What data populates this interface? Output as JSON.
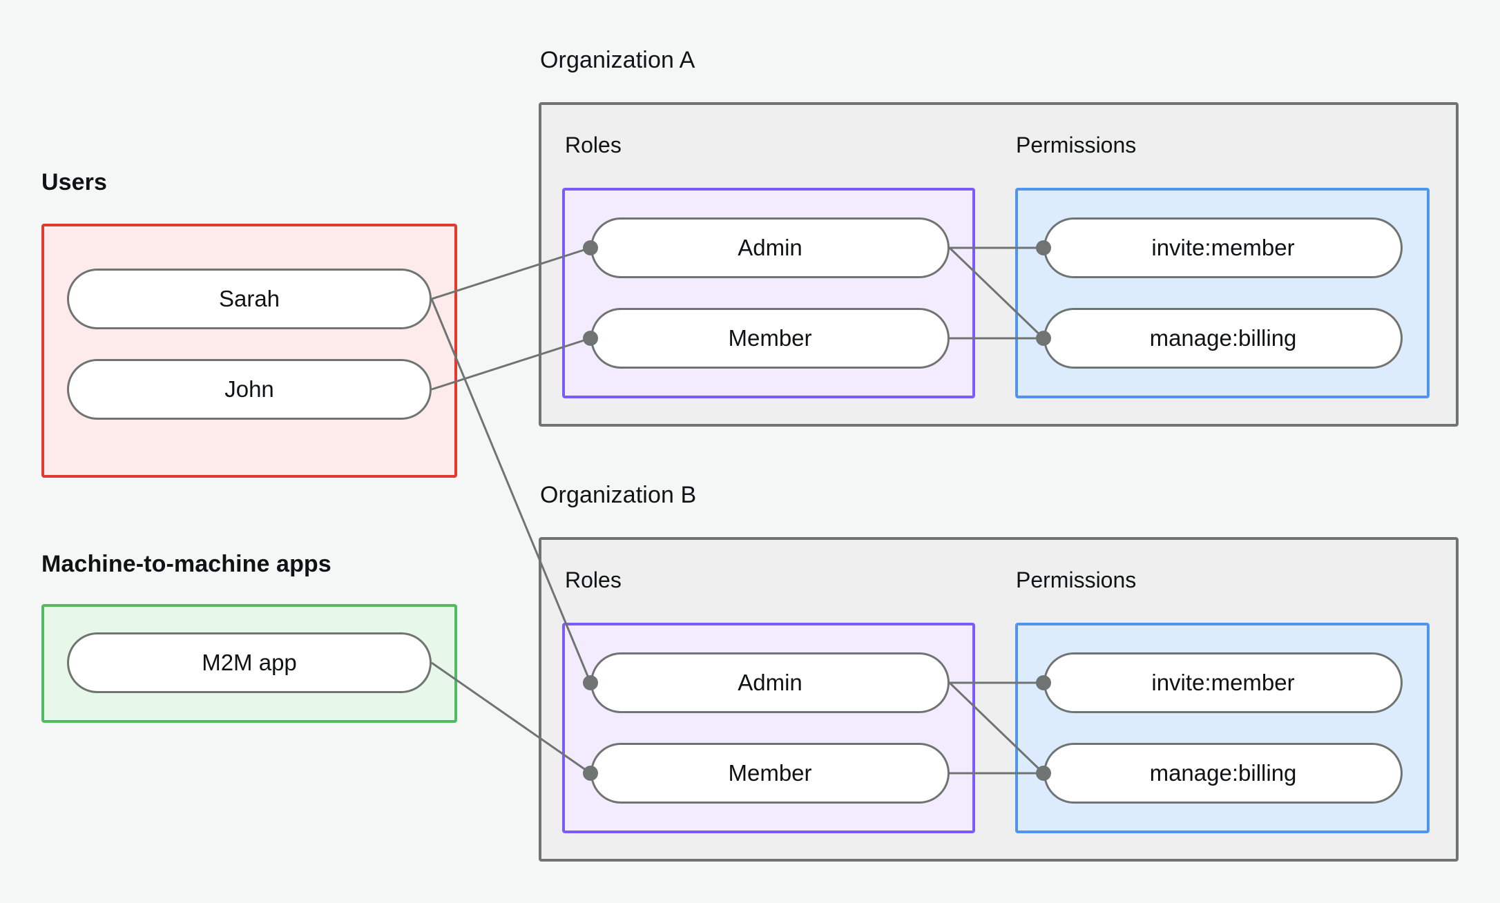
{
  "diagram": {
    "title_users": "Users",
    "title_m2m": "Machine-to-machine apps",
    "org_a_label": "Organization A",
    "org_b_label": "Organization B",
    "roles_label": "Roles",
    "permissions_label": "Permissions",
    "users": [
      {
        "name": "Sarah"
      },
      {
        "name": "John"
      }
    ],
    "m2m_apps": [
      {
        "name": "M2M app"
      }
    ],
    "org_a": {
      "name": "Organization A",
      "roles": [
        {
          "name": "Admin"
        },
        {
          "name": "Member"
        }
      ],
      "permissions": [
        {
          "name": "invite:member"
        },
        {
          "name": "manage:billing"
        }
      ]
    },
    "org_b": {
      "name": "Organization B",
      "roles": [
        {
          "name": "Admin"
        },
        {
          "name": "Member"
        }
      ],
      "permissions": [
        {
          "name": "invite:member"
        },
        {
          "name": "manage:billing"
        }
      ]
    },
    "connections": [
      {
        "from": "Sarah",
        "to": "Organization A / Admin"
      },
      {
        "from": "John",
        "to": "Organization A / Member"
      },
      {
        "from": "Sarah",
        "to": "Organization B / Admin"
      },
      {
        "from": "M2M app",
        "to": "Organization B / Member"
      },
      {
        "from": "Organization A / Admin",
        "to": "Organization A / invite:member"
      },
      {
        "from": "Organization A / Admin",
        "to": "Organization A / manage:billing"
      },
      {
        "from": "Organization A / Member",
        "to": "Organization A / manage:billing"
      },
      {
        "from": "Organization B / Admin",
        "to": "Organization B / invite:member"
      },
      {
        "from": "Organization B / Admin",
        "to": "Organization B / manage:billing"
      },
      {
        "from": "Organization B / Member",
        "to": "Organization B / manage:billing"
      }
    ],
    "colors": {
      "background": "#f5f7f6",
      "users_border": "#e03b31",
      "users_fill": "#fdeaea",
      "m2m_border": "#53b963",
      "m2m_fill": "#e7f7e9",
      "org_border": "#6f7472",
      "org_fill": "#eeefee",
      "roles_border": "#7b5cfa",
      "roles_fill": "#f3ecfe",
      "permissions_border": "#4e95ef",
      "permissions_fill": "#ddecfd",
      "pill_border": "#6f7472",
      "pill_fill": "#ffffff",
      "edge": "#6f7472",
      "text": "#101214"
    }
  }
}
